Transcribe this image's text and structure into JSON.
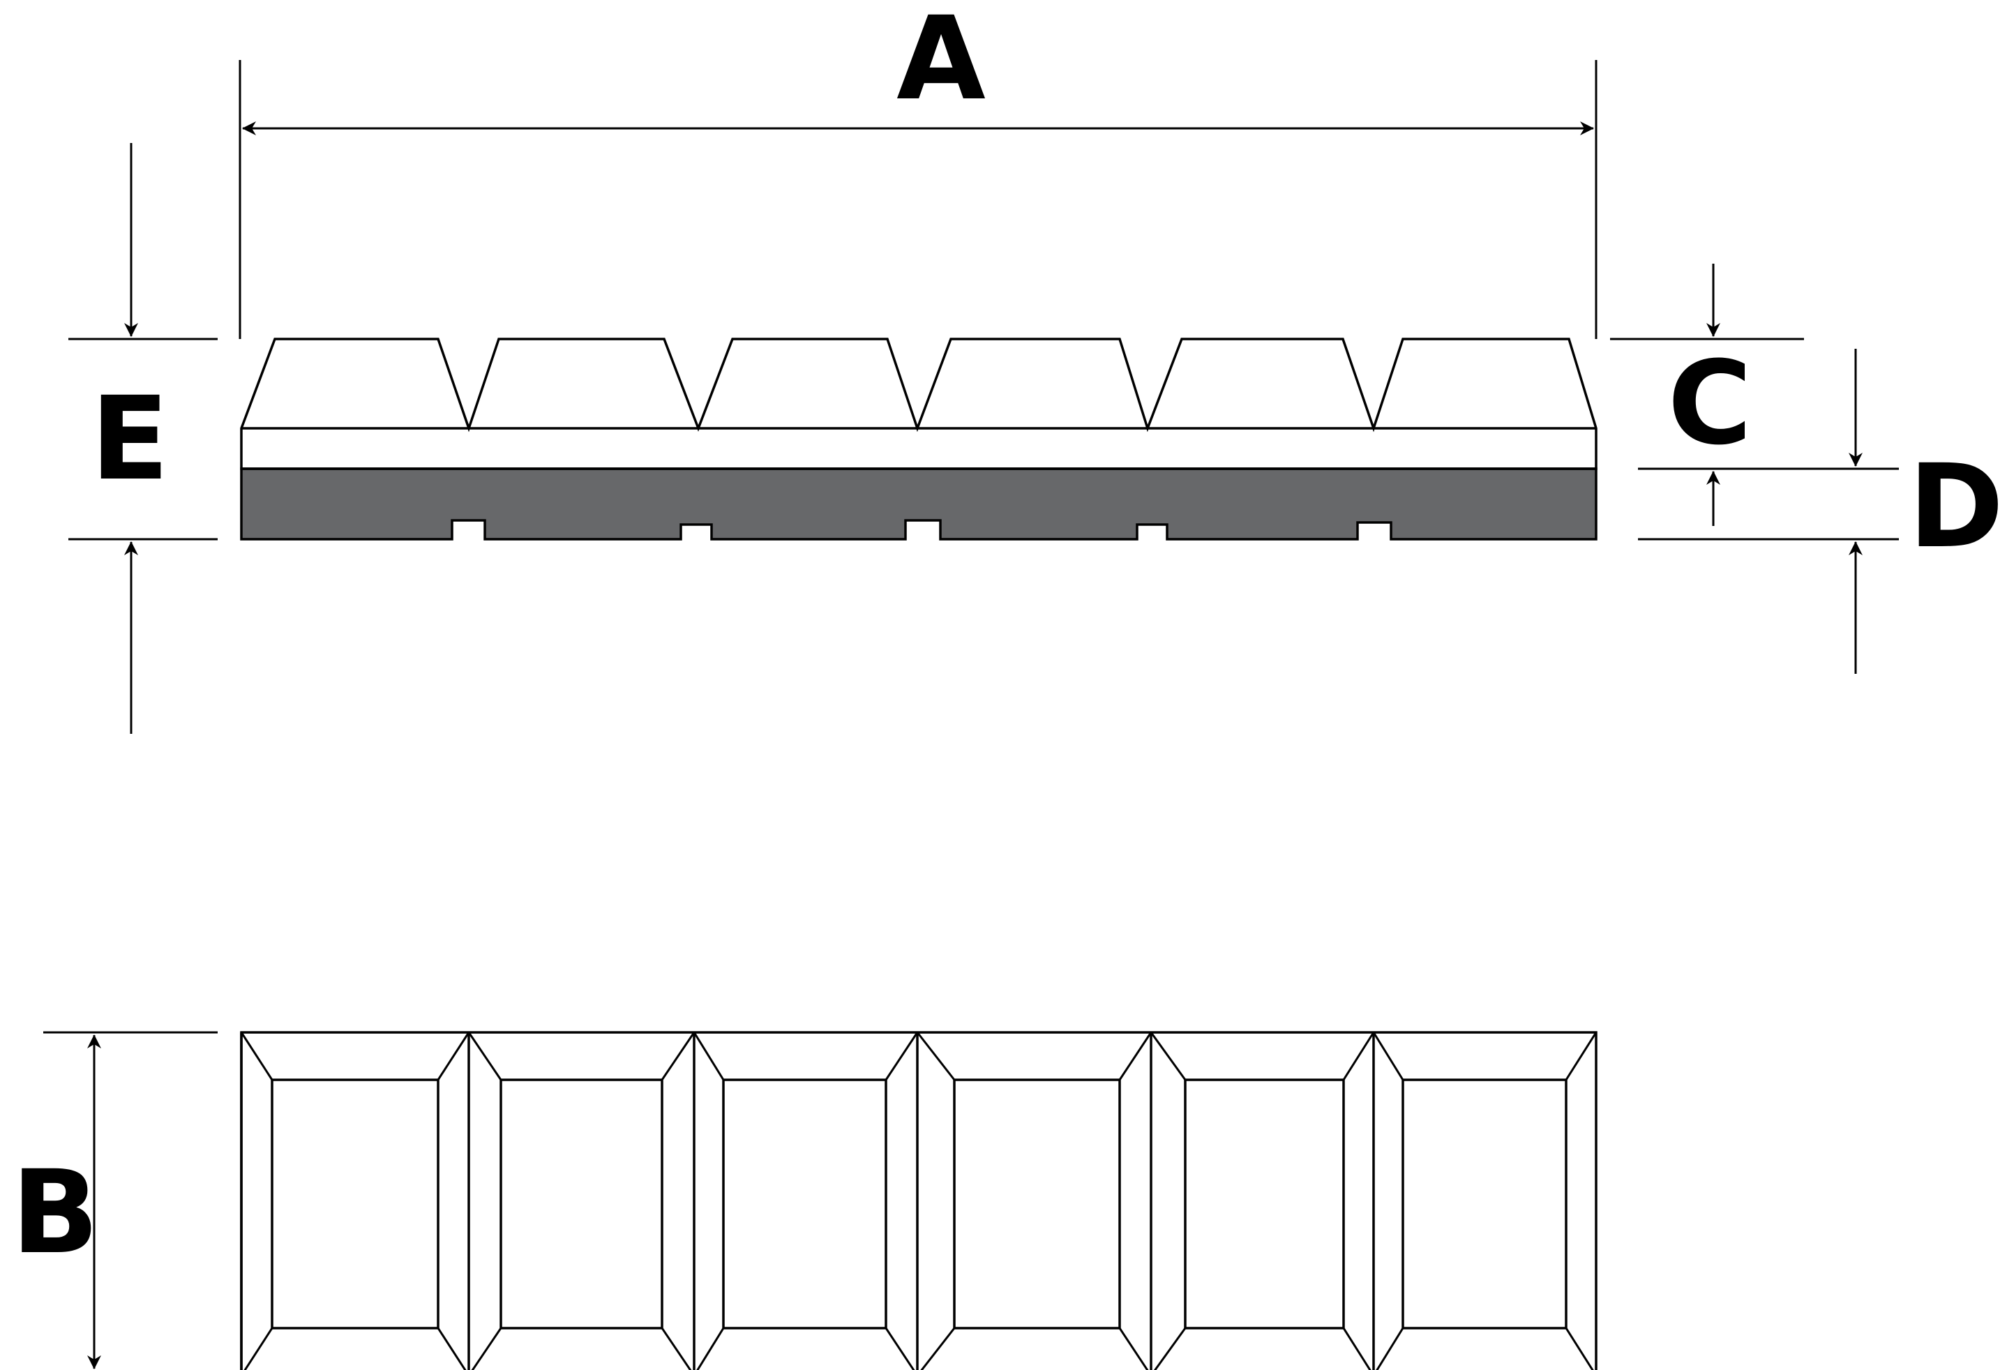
{
  "labels": {
    "a": "A",
    "b": "B",
    "c": "C",
    "d": "D",
    "e": "E"
  },
  "colors": {
    "line": "#000000",
    "base_fill": "#67686a",
    "background": "#ffffff"
  },
  "part": {
    "pad_count": 6,
    "groove_count": 5
  }
}
